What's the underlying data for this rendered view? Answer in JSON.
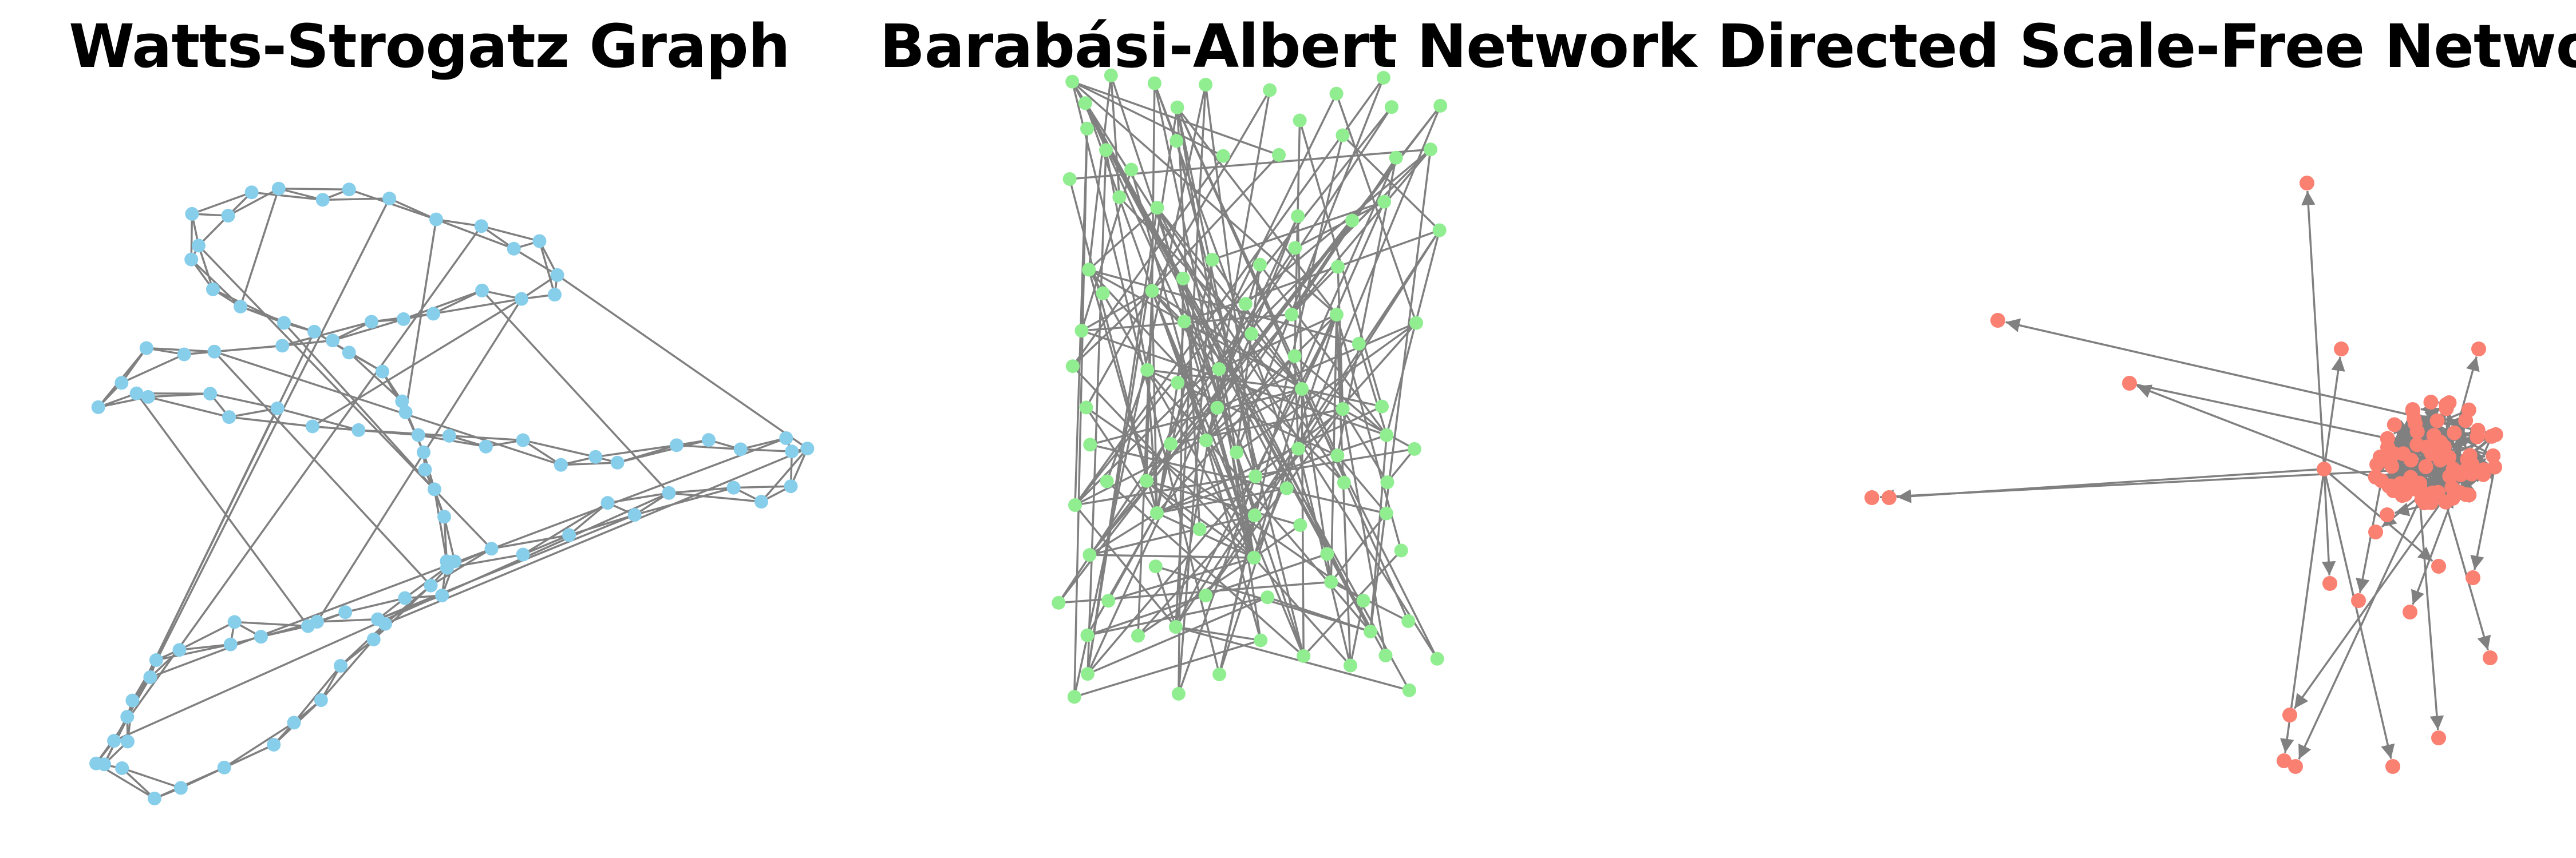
{
  "figure": {
    "panels": [
      {
        "id": "ws",
        "title": "Watts-Strogatz Graph",
        "node_color": "#87CEEB",
        "edge_color": "#808080",
        "directed": false,
        "node_count": 100
      },
      {
        "id": "ba",
        "title": "Barabási-Albert Network",
        "node_color": "#90EE90",
        "edge_color": "#808080",
        "directed": false,
        "node_count": 100
      },
      {
        "id": "sf",
        "title": "Directed Scale-Free Network",
        "node_color": "#FA8072",
        "edge_color": "#808080",
        "directed": true,
        "node_count": 100
      }
    ]
  }
}
